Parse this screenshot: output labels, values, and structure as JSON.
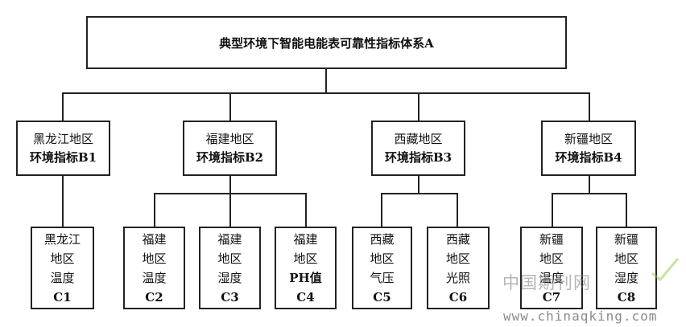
{
  "root": {
    "label": "典型环境下智能电能表可靠性指标体系A"
  },
  "regions": [
    {
      "line1": "黑龙江地区",
      "line2": "环境指标B1"
    },
    {
      "line1": "福建地区",
      "line2": "环境指标B2"
    },
    {
      "line1": "西藏地区",
      "line2": "环境指标B3"
    },
    {
      "line1": "新疆地区",
      "line2": "环境指标B4"
    }
  ],
  "leaves": [
    {
      "l1": "黑龙江",
      "l2": "地区",
      "l3": "温度",
      "code": "C1"
    },
    {
      "l1": "福建",
      "l2": "地区",
      "l3": "温度",
      "code": "C2"
    },
    {
      "l1": "福建",
      "l2": "地区",
      "l3": "湿度",
      "code": "C3"
    },
    {
      "l1": "福建",
      "l2": "地区",
      "l3": "PH值",
      "code": "C4"
    },
    {
      "l1": "西藏",
      "l2": "地区",
      "l3": "气压",
      "code": "C5"
    },
    {
      "l1": "西藏",
      "l2": "地区",
      "l3": "光照",
      "code": "C6"
    },
    {
      "l1": "新疆",
      "l2": "地区",
      "l3": "温度",
      "code": "C7"
    },
    {
      "l1": "新疆",
      "l2": "地区",
      "l3": "湿度",
      "code": "C8"
    }
  ],
  "watermark": {
    "line1": "中国期刊网",
    "line2": "www.chinaqking.com"
  }
}
